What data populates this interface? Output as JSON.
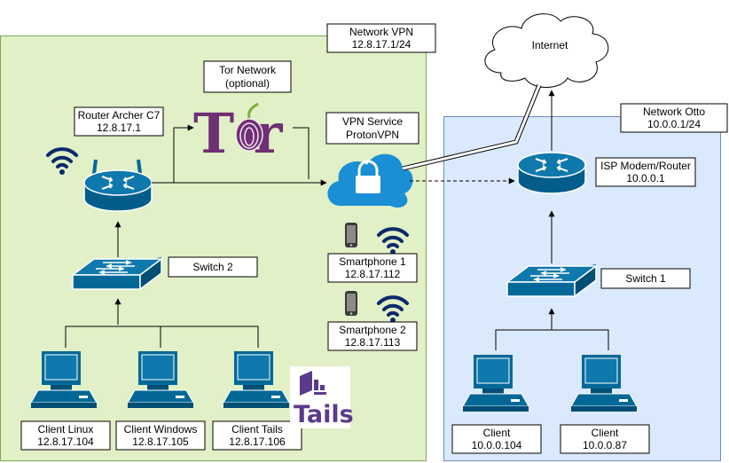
{
  "zones": {
    "vpn_network": {
      "title": "Network VPN",
      "subnet": "12.8.17.1/24",
      "color": "#e1f0c6"
    },
    "otto_network": {
      "title": "Network Otto",
      "subnet": "10.0.0.1/24",
      "color": "#dbe9fc"
    }
  },
  "internet": {
    "label": "Internet"
  },
  "tor": {
    "title": "Tor Network",
    "note": "(optional)",
    "logo_text": "T r"
  },
  "vpn_service": {
    "line1": "VPN Service",
    "line2": "ProtonVPN"
  },
  "router_archer": {
    "name": "Router Archer C7",
    "ip": "12.8.17.1"
  },
  "isp_router": {
    "name": "ISP Modem/Router",
    "ip": "10.0.0.1"
  },
  "switch_vpn": {
    "label": "Switch 2"
  },
  "switch_otto": {
    "label": "Switch 1"
  },
  "smartphones": [
    {
      "name": "Smartphone 1",
      "ip": "12.8.17.112"
    },
    {
      "name": "Smartphone 2",
      "ip": "12.8.17.113"
    }
  ],
  "clients_vpn": [
    {
      "name": "Client Linux",
      "ip": "12.8.17.104"
    },
    {
      "name": "Client Windows",
      "ip": "12.8.17.105"
    },
    {
      "name": "Client Tails",
      "ip": "12.8.17.106"
    }
  ],
  "clients_otto": [
    {
      "name": "Client",
      "ip": "10.0.0.104"
    },
    {
      "name": "Client",
      "ip": "10.0.0.87"
    }
  ],
  "tails_logo": {
    "text": "Tails"
  },
  "icons": {
    "router": "router-icon",
    "switch": "switch-icon",
    "computer": "computer-icon",
    "phone": "smartphone-icon",
    "wifi": "wifi-icon",
    "cloud": "cloud-icon",
    "lock": "lock-icon"
  },
  "colors": {
    "device_blue": "#036897",
    "wifi_navy": "#0a2a6b",
    "tor_purple": "#6f2f74",
    "tails_purple": "#5b3a8c"
  }
}
